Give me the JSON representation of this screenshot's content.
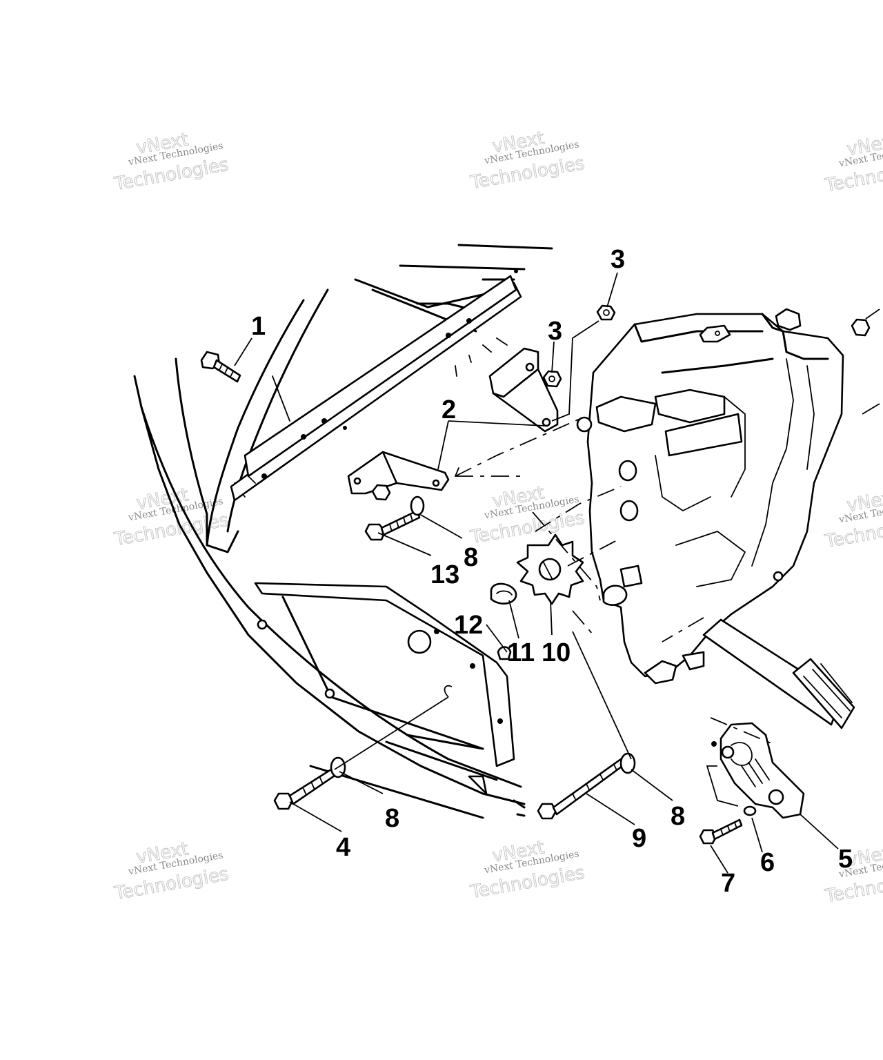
{
  "watermark": {
    "line_small": "vNext Technologies",
    "line_big_top": "vNext",
    "line_big_bottom": "Technologies"
  },
  "callouts": {
    "c1": "1",
    "c2": "2",
    "c3a": "3",
    "c3b": "3",
    "c4": "4",
    "c5": "5",
    "c6": "6",
    "c7": "7",
    "c8a": "8",
    "c8b": "8",
    "c8c": "8",
    "c9": "9",
    "c10": "10",
    "c11": "11",
    "c12": "12",
    "c13": "13"
  }
}
